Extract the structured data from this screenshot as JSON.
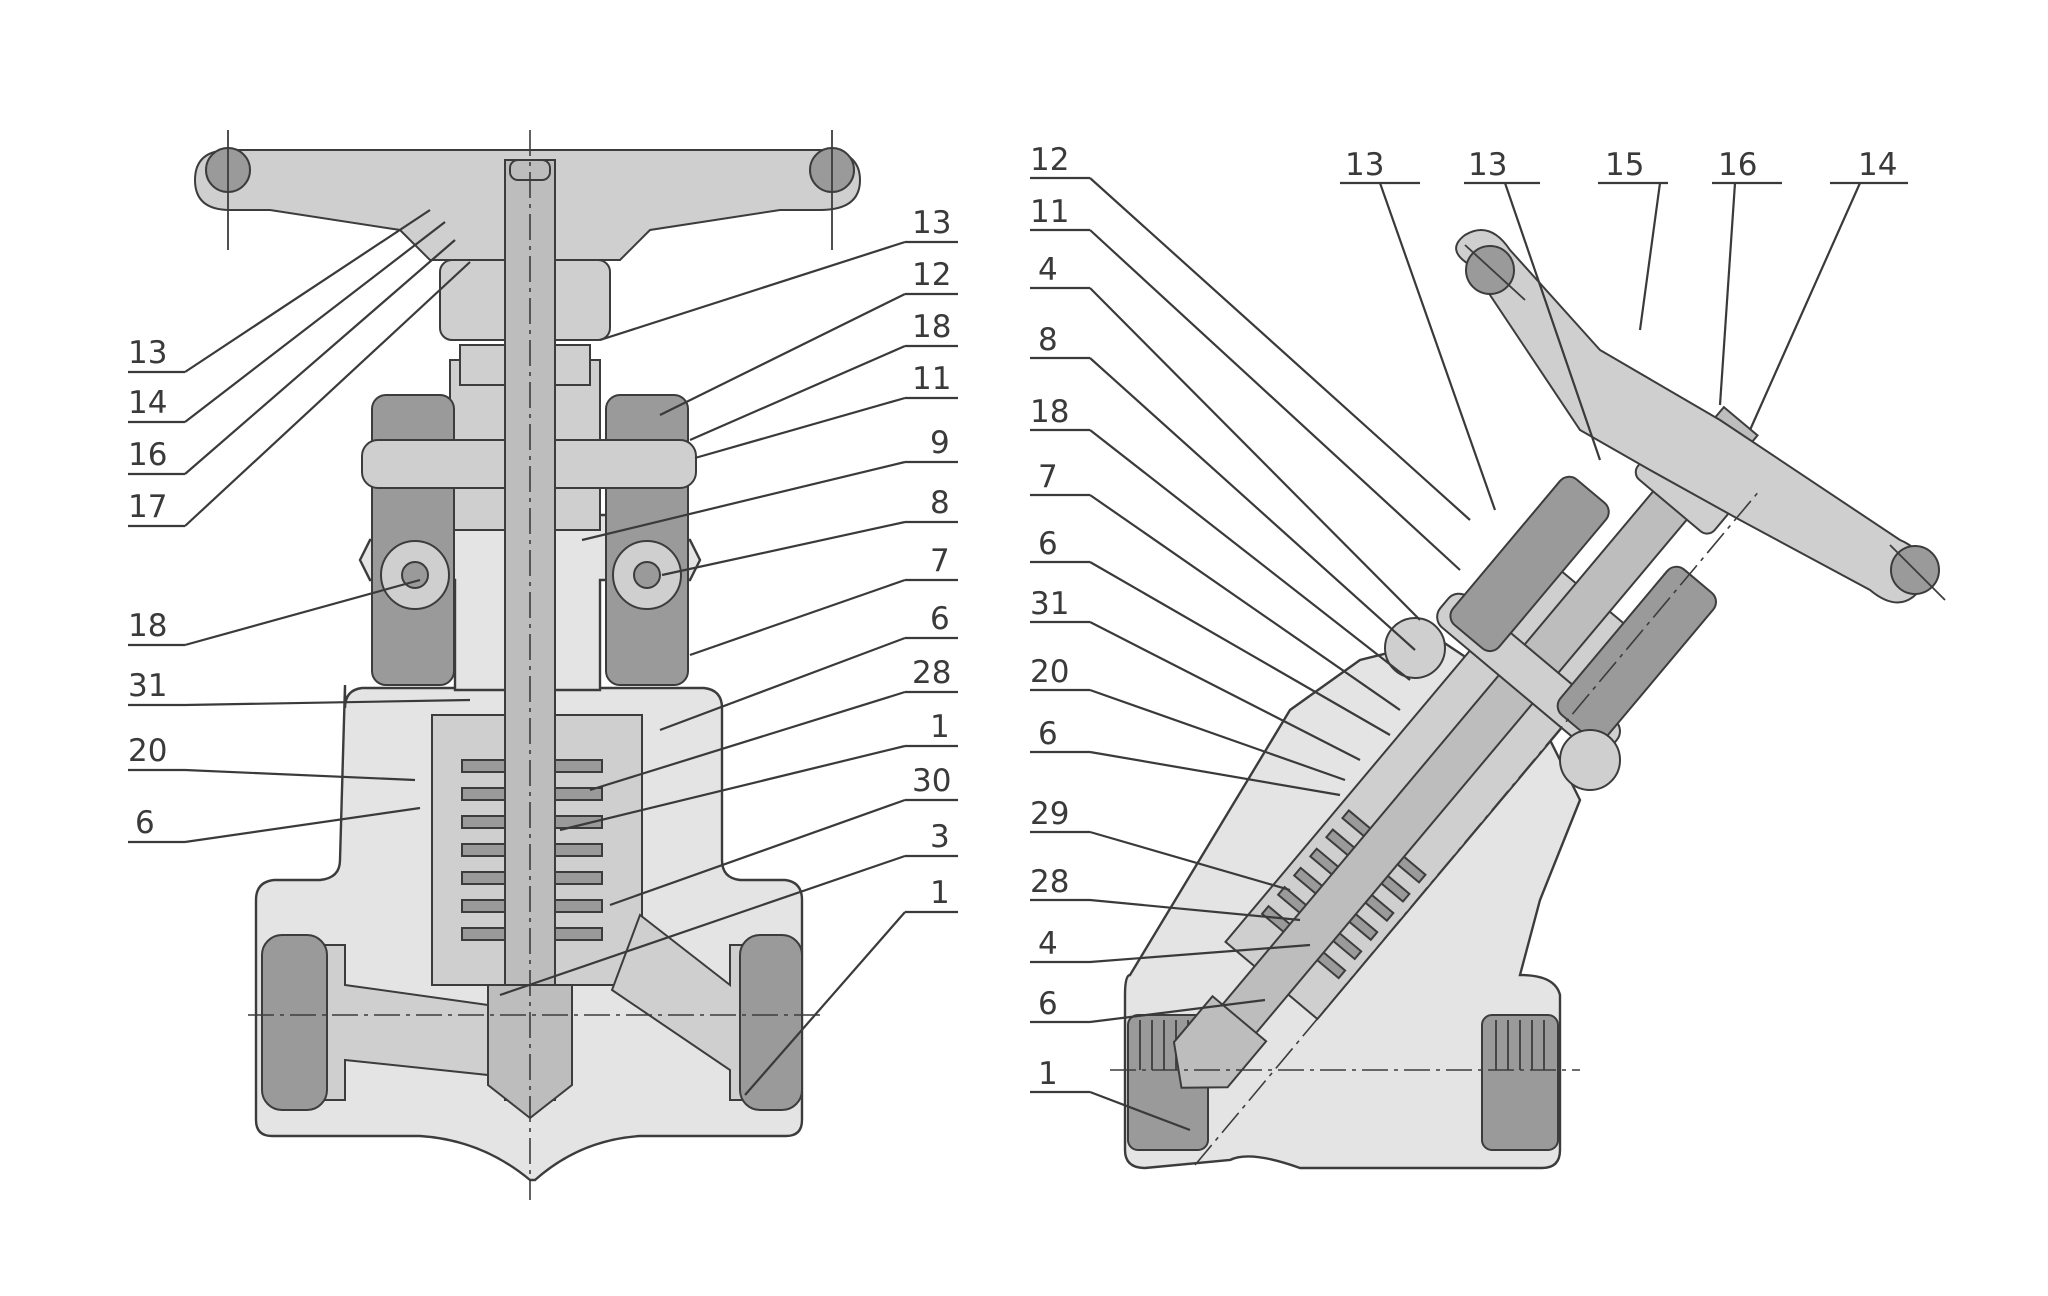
{
  "left_view": {
    "callouts_left": [
      "13",
      "14",
      "16",
      "17",
      "18",
      "31",
      "20",
      "6"
    ],
    "callouts_right": [
      "13",
      "12",
      "18",
      "11",
      "9",
      "8",
      "7",
      "6",
      "28",
      "1",
      "30",
      "3",
      "1"
    ]
  },
  "right_view": {
    "callouts_left": [
      "12",
      "11",
      "4",
      "8",
      "18",
      "7",
      "6",
      "31",
      "20",
      "6",
      "29",
      "28",
      "4",
      "6",
      "1"
    ],
    "callouts_top": [
      "13",
      "13",
      "15",
      "16",
      "14"
    ]
  }
}
